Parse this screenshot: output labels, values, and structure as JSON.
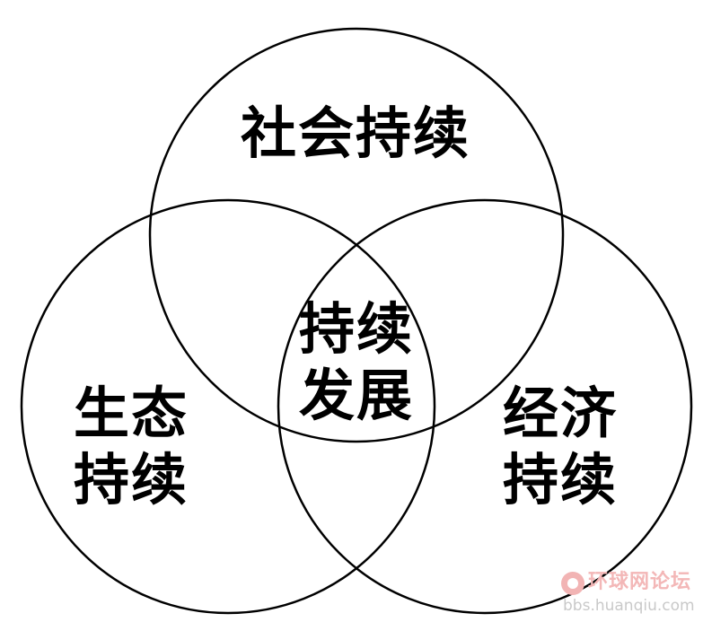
{
  "diagram": {
    "circles": {
      "social": {
        "label_lines": [
          "社会持续"
        ]
      },
      "ecological": {
        "label_lines": [
          "生态",
          "持续"
        ]
      },
      "economic": {
        "label_lines": [
          "经济",
          "持续"
        ]
      }
    },
    "center": {
      "label_lines": [
        "持续",
        "发展"
      ]
    }
  },
  "watermark": {
    "title": "环球网论坛",
    "url": "bbs.huanqiu.com"
  },
  "colors": {
    "stroke": "#000000",
    "background": "#ffffff",
    "watermark_title": "#f3b7b7",
    "watermark_url": "#c9c9c9"
  }
}
